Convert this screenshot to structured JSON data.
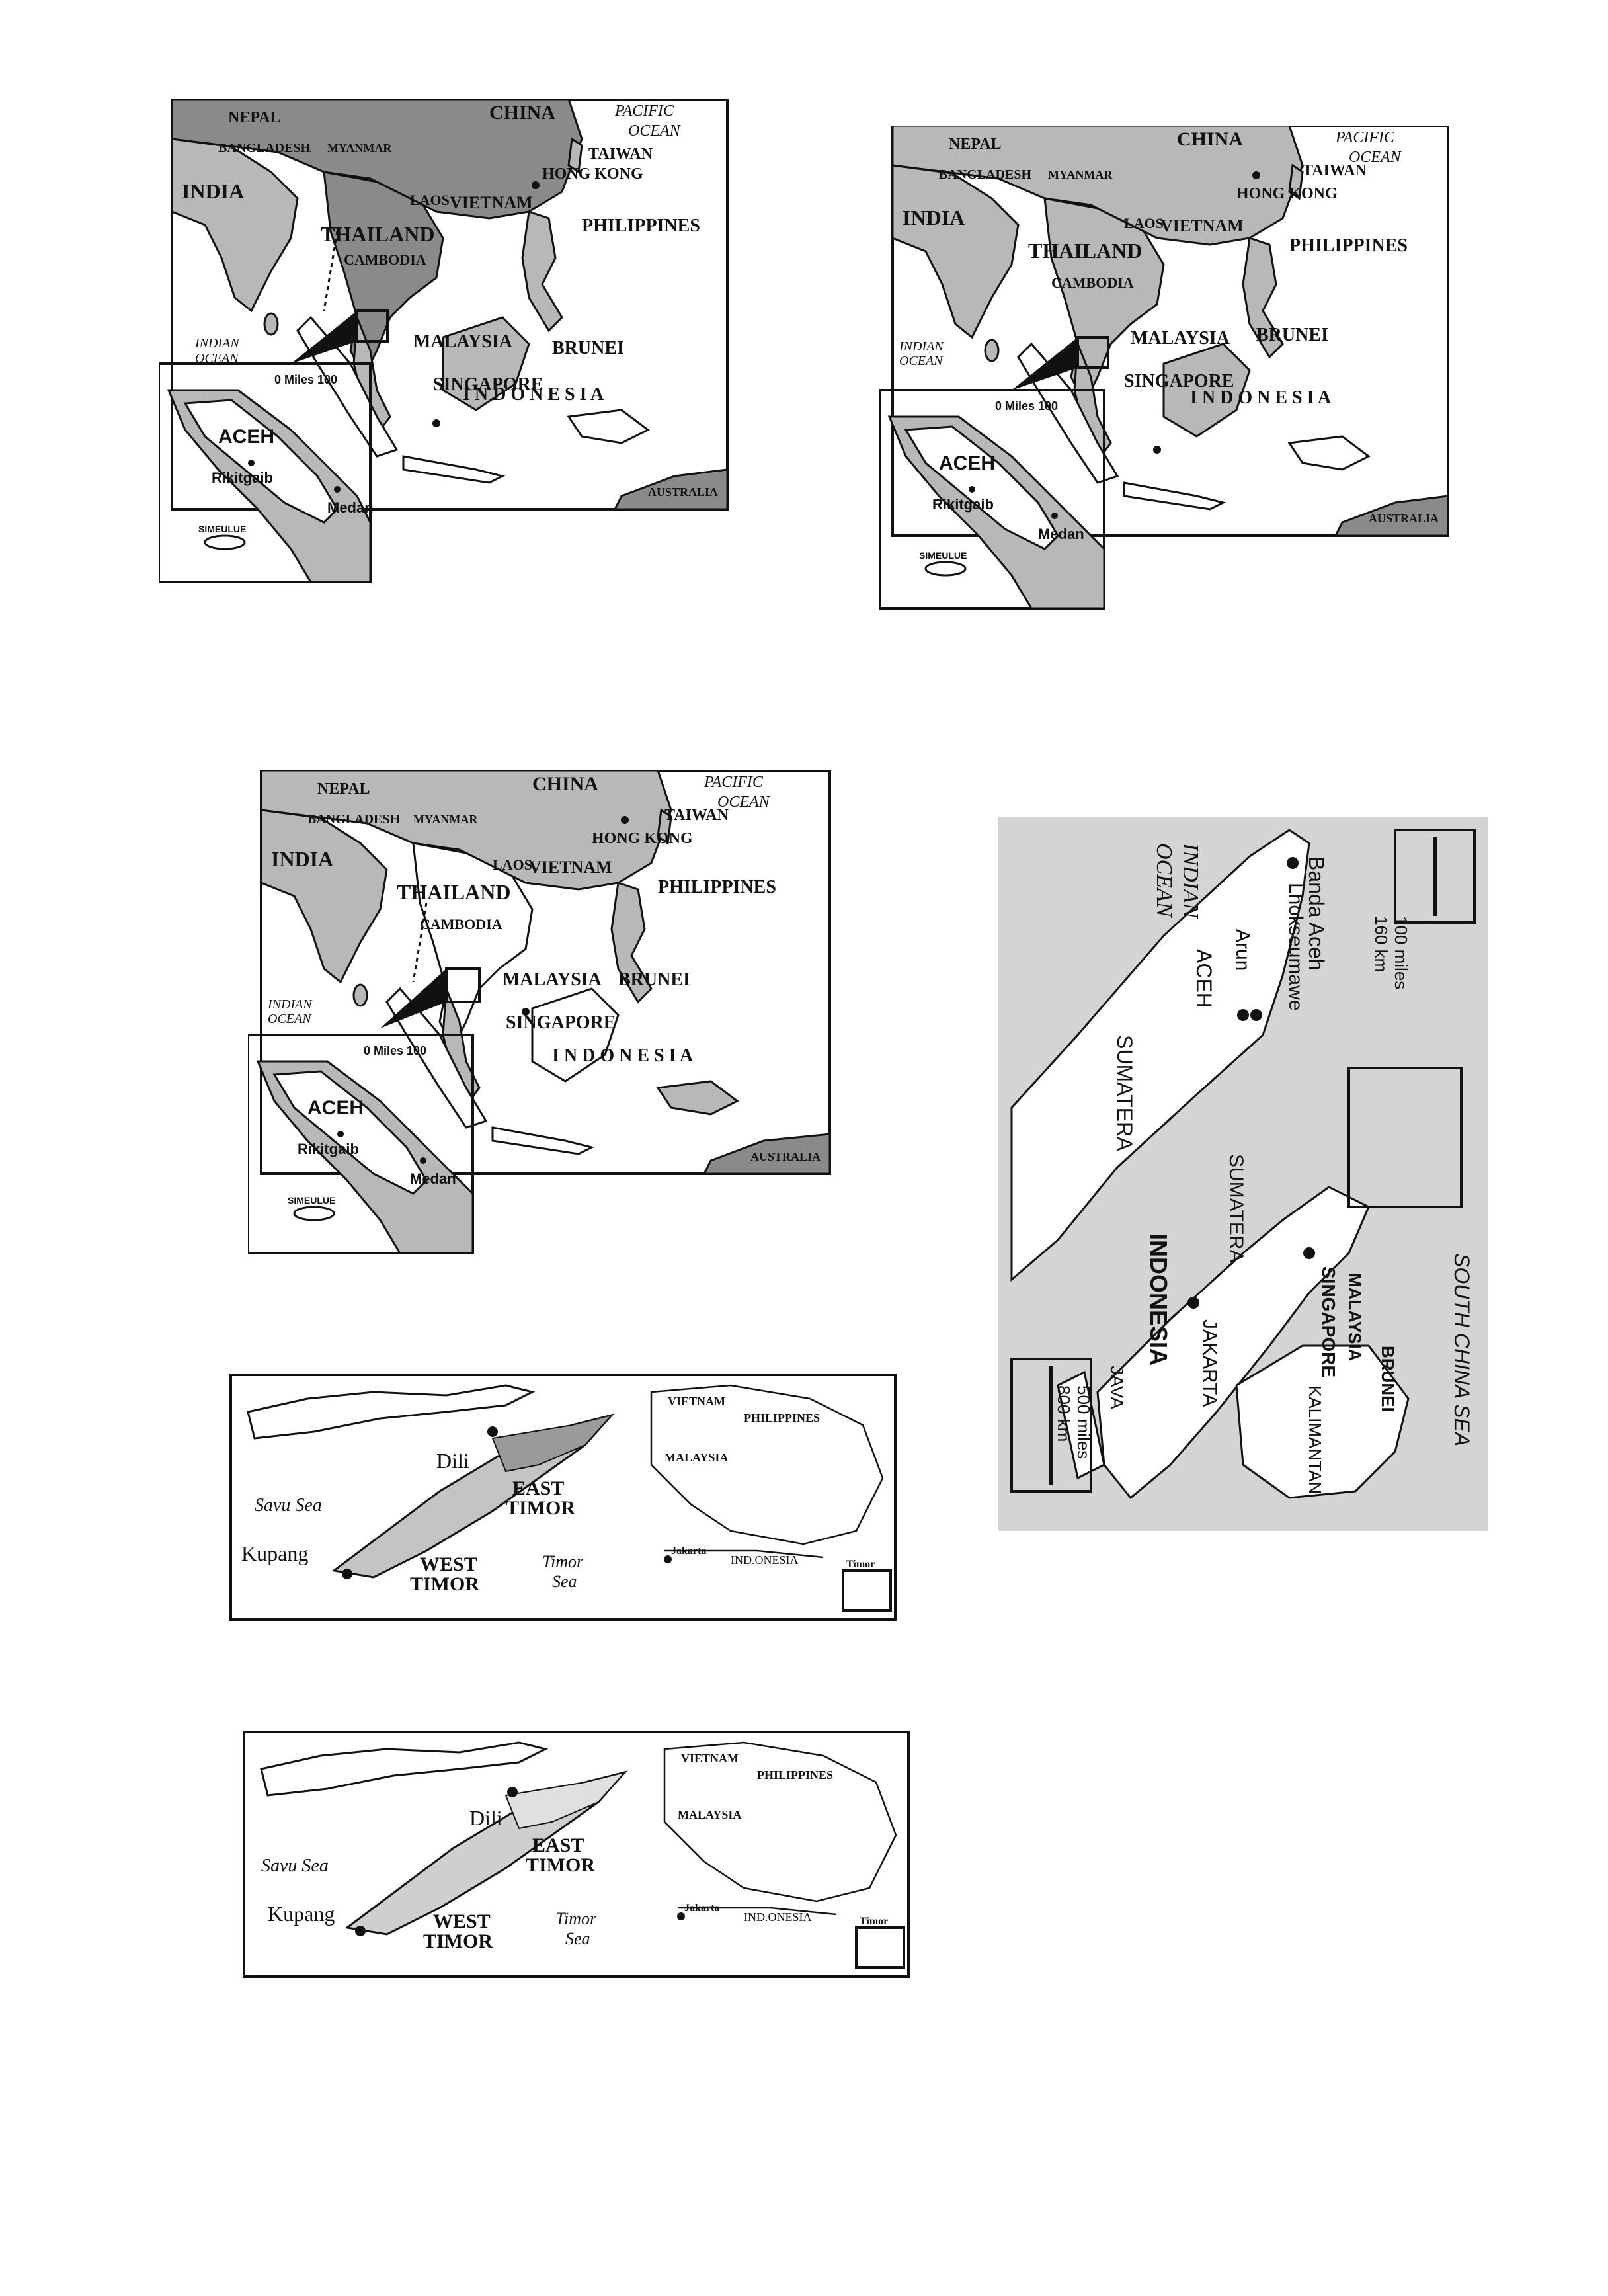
{
  "colors": {
    "ink": "#111111",
    "dark_land": "#8a8a8a",
    "mid_land": "#b8b8b8",
    "sea_grey": "#d4d4d4",
    "paper": "#ffffff"
  },
  "se_asia_map": {
    "countries": {
      "nepal": "NEPAL",
      "china": "CHINA",
      "bangladesh": "BANGLADESH",
      "myanmar": "MYANMAR",
      "india": "INDIA",
      "laos": "LAOS",
      "vietnam": "VIETNAM",
      "taiwan": "TAIWAN",
      "hong_kong": "HONG KONG",
      "thailand": "THAILAND",
      "cambodia": "CAMBODIA",
      "philippines": "PHILIPPINES",
      "malaysia": "MALAYSIA",
      "brunei": "BRUNEI",
      "singapore": "SINGAPORE",
      "indonesia": "I N D O N E S I A",
      "australia": "AUSTRALIA"
    },
    "oceans": {
      "pacific_1": "PACIFIC",
      "pacific_2": "OCEAN",
      "indian_1": "INDIAN",
      "indian_2": "OCEAN"
    },
    "inset": {
      "scale_label": "0 Miles 100",
      "region": "ACEH",
      "city_1": "Rikitgaib",
      "city_2": "Medan",
      "island": "SIMEULUE"
    }
  },
  "aceh_map": {
    "scale_top": {
      "miles": "100 miles",
      "km": "160 km"
    },
    "scale_bottom": {
      "miles": "500 miles",
      "km": "800 km"
    },
    "ocean_1": "INDIAN",
    "ocean_2": "OCEAN",
    "banda_aceh": "Banda Aceh",
    "lhokseumawe": "Lhokseumawe",
    "arun": "Arun",
    "aceh": "ACEH",
    "sumatera": "SUMATERA",
    "sumatera_inset": "SUMATERA",
    "indonesia": "INDONESIA",
    "jakarta": "JAKARTA",
    "java": "JAVA",
    "singapore": "SINGAPORE",
    "malaysia": "MALAYSIA",
    "brunei": "BRUNEI",
    "kalimantan": "KALIMANTAN",
    "south_china_sea": "SOUTH CHINA SEA"
  },
  "timor_map": {
    "vietnam": "VIETNAM",
    "philippines": "PHILIPPINES",
    "malaysia": "MALAYSIA",
    "dili": "Dili",
    "east_1": "EAST",
    "east_2": "TIMOR",
    "savu_sea": "Savu Sea",
    "kupang": "Kupang",
    "west_1": "WEST",
    "west_2": "TIMOR",
    "timor_sea_1": "Timor",
    "timor_sea_2": "Sea",
    "jakarta": "Jakarta",
    "indonesia": "IND.ONESIA",
    "timor_inset": "Timor"
  }
}
